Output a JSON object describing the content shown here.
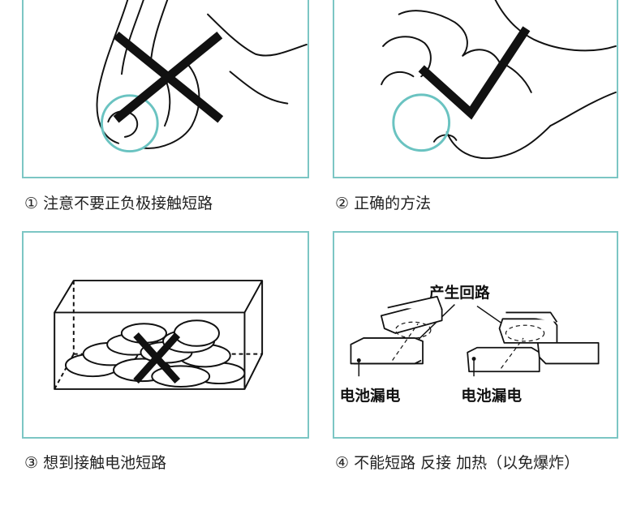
{
  "colors": {
    "frame": "#7cc6c4",
    "ring": "#6ac3c1",
    "mark": "#111111"
  },
  "panels": [
    {
      "caption": "① 注意不要正负极接触短路",
      "mark": "cross-mark-icon"
    },
    {
      "caption": "② 正确的方法",
      "mark": "check-mark-icon"
    },
    {
      "caption": "③ 想到接触电池短路",
      "mark": "cross-mark-icon"
    },
    {
      "caption": "④ 不能短路  反接  加热（以免爆炸）",
      "labels": {
        "short_circuit": "产生回路",
        "leak_left": "电池漏电",
        "leak_right": "电池漏电"
      }
    }
  ]
}
